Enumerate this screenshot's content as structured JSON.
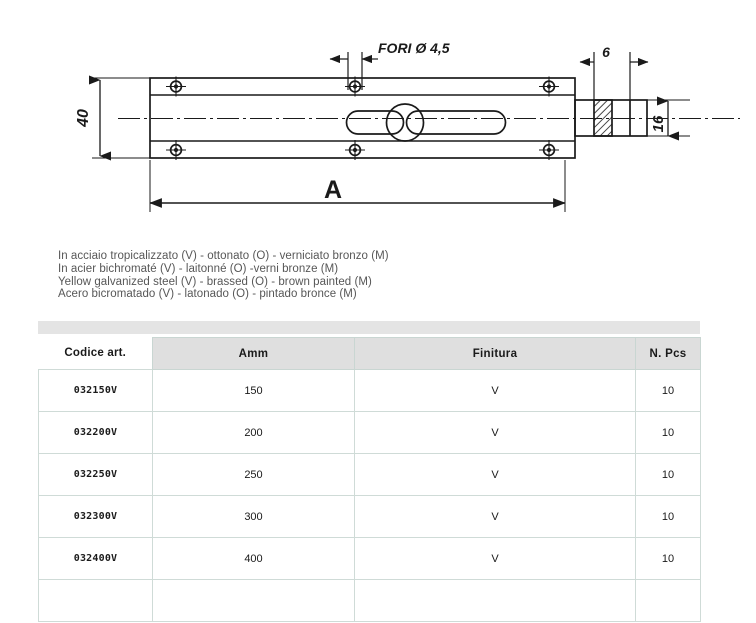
{
  "drawing": {
    "name": "technical-drawing-bolt-latch",
    "annotations": {
      "hole_note": "FORI Ø 4,5",
      "height_dim": "40",
      "length_dim": "A",
      "bolt_width_dim": "6",
      "bolt_height_dim": "16"
    }
  },
  "description": {
    "lines": [
      "In acciaio tropicalizzato (V) - ottonato (O) - verniciato bronzo (M)",
      "In acier bichromaté (V) - laitonné (O) -verni bronze (M)",
      "Yellow galvanized steel (V) - brassed (O) - brown painted (M)",
      "Acero bicromatado (V) - latonado (O) - pintado bronce (M)"
    ]
  },
  "table": {
    "headers": [
      "Codice art.",
      "Amm",
      "Finitura",
      "N. Pcs"
    ],
    "rows": [
      [
        "032150V",
        "150",
        "V",
        "10"
      ],
      [
        "032200V",
        "200",
        "V",
        "10"
      ],
      [
        "032250V",
        "250",
        "V",
        "10"
      ],
      [
        "032300V",
        "300",
        "V",
        "10"
      ],
      [
        "032400V",
        "400",
        "V",
        "10"
      ],
      [
        "",
        "",
        "",
        ""
      ]
    ]
  },
  "colors": {
    "header_fill": "#dfdfdf",
    "strip_fill": "#e4e4e4",
    "grid_line": "#cfdbd7",
    "text_body": "#575757",
    "text_table": "#1a1a1a",
    "drawing_ink": "#1a1a1a"
  }
}
